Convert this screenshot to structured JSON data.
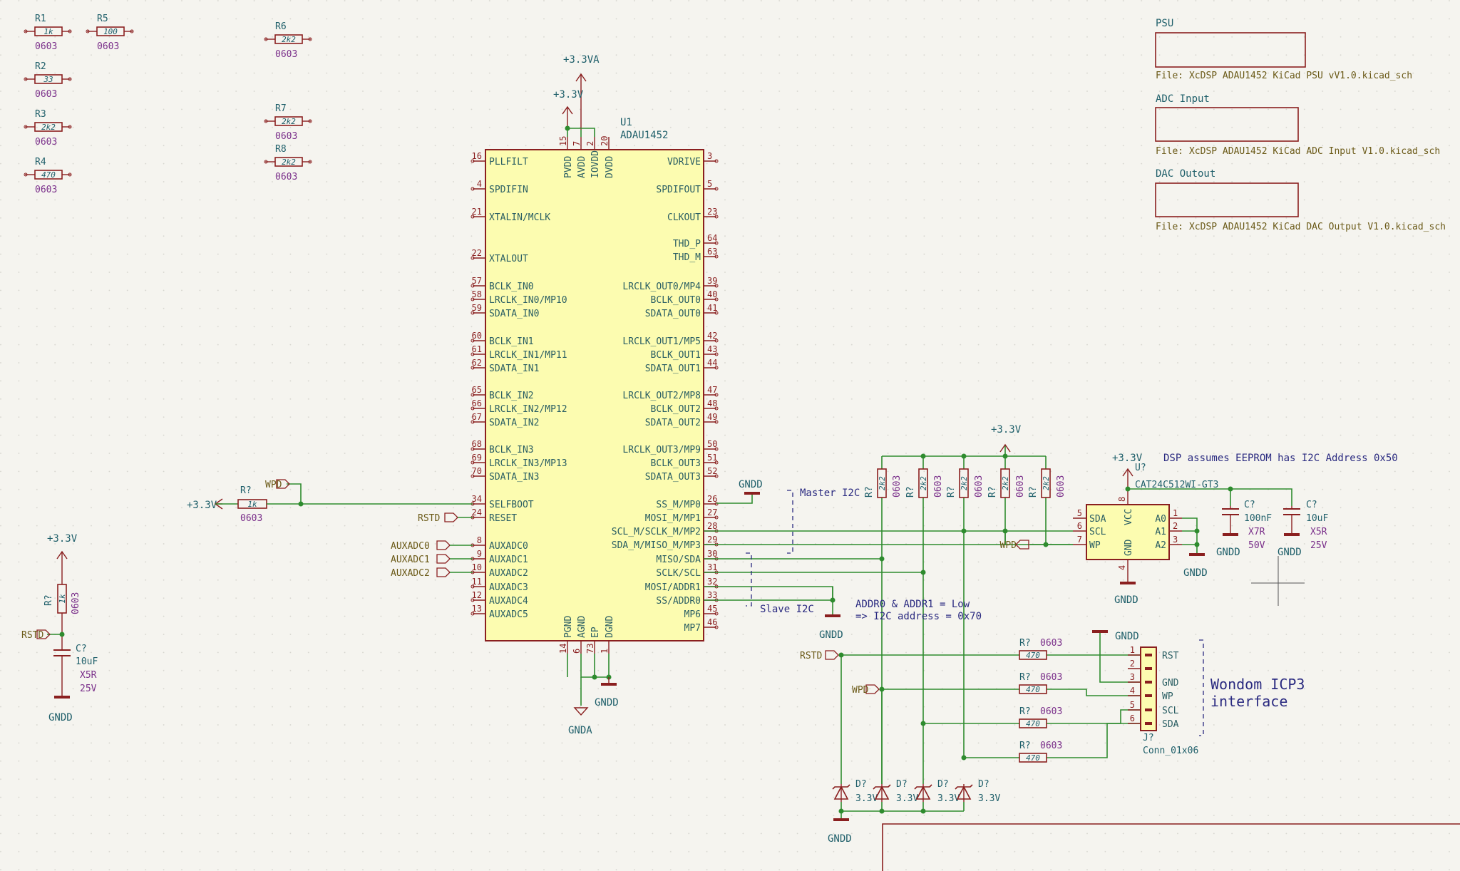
{
  "colors": {
    "background": "#f5f4ef",
    "grid": "#d4d3cc",
    "wire": "#2e8b2e",
    "body_stroke": "#8a1f1f",
    "body_fill": "#fcfcb0",
    "pin_line": "#8a1f1f",
    "pin_text": "#2a5e63",
    "ref_text": "#1f5f6a",
    "footprint_text": "#7a2f8a",
    "power_text": "#8a1f1f",
    "label_text": "#6b5a18",
    "note_text": "#2a2a80",
    "sheet_border": "#8a1f1f"
  },
  "sheets": [
    {
      "name": "PSU",
      "file": "File: XcDSP ADAU1452 KiCad PSU vV1.0.kicad_sch"
    },
    {
      "name": "ADC Input",
      "file": "File: XcDSP ADAU1452 KiCad ADC Input V1.0.kicad_sch"
    },
    {
      "name": "DAC Outout",
      "file": "File: XcDSP ADAU1452 KiCad DAC Output V1.0.kicad_sch"
    }
  ],
  "resistors": [
    {
      "ref": "R1",
      "value": "1k",
      "fp": "0603"
    },
    {
      "ref": "R5",
      "value": "100",
      "fp": "0603"
    },
    {
      "ref": "R2",
      "value": "33",
      "fp": "0603"
    },
    {
      "ref": "R3",
      "value": "2k2",
      "fp": "0603"
    },
    {
      "ref": "R4",
      "value": "470",
      "fp": "0603"
    },
    {
      "ref": "R6",
      "value": "2k2",
      "fp": "0603"
    },
    {
      "ref": "R7",
      "value": "2k2",
      "fp": "0603"
    },
    {
      "ref": "R8",
      "value": "2k2",
      "fp": "0603"
    }
  ],
  "u1": {
    "ref": "U1",
    "part": "ADAU1452",
    "left_pins": [
      {
        "num": "16",
        "name": "PLLFILT"
      },
      {
        "num": "4",
        "name": "SPDIFIN"
      },
      {
        "num": "21",
        "name": "XTALIN/MCLK"
      },
      {
        "num": "22",
        "name": "XTALOUT"
      },
      {
        "num": "57",
        "name": "BCLK_IN0"
      },
      {
        "num": "58",
        "name": "LRCLK_IN0/MP10"
      },
      {
        "num": "59",
        "name": "SDATA_IN0"
      },
      {
        "num": "60",
        "name": "BCLK_IN1"
      },
      {
        "num": "61",
        "name": "LRCLK_IN1/MP11"
      },
      {
        "num": "62",
        "name": "SDATA_IN1"
      },
      {
        "num": "65",
        "name": "BCLK_IN2"
      },
      {
        "num": "66",
        "name": "LRCLK_IN2/MP12"
      },
      {
        "num": "67",
        "name": "SDATA_IN2"
      },
      {
        "num": "68",
        "name": "BCLK_IN3"
      },
      {
        "num": "69",
        "name": "LRCLK_IN3/MP13"
      },
      {
        "num": "70",
        "name": "SDATA_IN3"
      },
      {
        "num": "34",
        "name": "SELFBOOT"
      },
      {
        "num": "24",
        "name": "RESET"
      },
      {
        "num": "8",
        "name": "AUXADC0"
      },
      {
        "num": "9",
        "name": "AUXADC1"
      },
      {
        "num": "10",
        "name": "AUXADC2"
      },
      {
        "num": "11",
        "name": "AUXADC3"
      },
      {
        "num": "12",
        "name": "AUXADC4"
      },
      {
        "num": "13",
        "name": "AUXADC5"
      }
    ],
    "right_pins": [
      {
        "num": "3",
        "name": "VDRIVE"
      },
      {
        "num": "5",
        "name": "SPDIFOUT"
      },
      {
        "num": "23",
        "name": "CLKOUT"
      },
      {
        "num": "64",
        "name": "THD_P"
      },
      {
        "num": "63",
        "name": "THD_M"
      },
      {
        "num": "39",
        "name": "LRCLK_OUT0/MP4"
      },
      {
        "num": "40",
        "name": "BCLK_OUT0"
      },
      {
        "num": "41",
        "name": "SDATA_OUT0"
      },
      {
        "num": "42",
        "name": "LRCLK_OUT1/MP5"
      },
      {
        "num": "43",
        "name": "BCLK_OUT1"
      },
      {
        "num": "44",
        "name": "SDATA_OUT1"
      },
      {
        "num": "47",
        "name": "LRCLK_OUT2/MP8"
      },
      {
        "num": "48",
        "name": "BCLK_OUT2"
      },
      {
        "num": "49",
        "name": "SDATA_OUT2"
      },
      {
        "num": "50",
        "name": "LRCLK_OUT3/MP9"
      },
      {
        "num": "51",
        "name": "BCLK_OUT3"
      },
      {
        "num": "52",
        "name": "SDATA_OUT3"
      },
      {
        "num": "26",
        "name": "SS_M/MP0"
      },
      {
        "num": "27",
        "name": "MOSI_M/MP1"
      },
      {
        "num": "28",
        "name": "SCL_M/SCLK_M/MP2"
      },
      {
        "num": "29",
        "name": "SDA_M/MISO_M/MP3"
      },
      {
        "num": "30",
        "name": "MISO/SDA"
      },
      {
        "num": "31",
        "name": "SCLK/SCL"
      },
      {
        "num": "32",
        "name": "MOSI/ADDR1"
      },
      {
        "num": "33",
        "name": "SS/ADDR0"
      },
      {
        "num": "45",
        "name": "MP6"
      },
      {
        "num": "46",
        "name": "MP7"
      }
    ],
    "top_pins": [
      {
        "num": "15",
        "name": "PVDD"
      },
      {
        "num": "7",
        "name": "AVDD"
      },
      {
        "num": "2",
        "name": "IOVDD"
      },
      {
        "num": "20",
        "name": "DVDD"
      }
    ],
    "bottom_pins": [
      {
        "num": "14",
        "name": "PGND"
      },
      {
        "num": "6",
        "name": "AGND"
      },
      {
        "num": "73",
        "name": "EP"
      },
      {
        "num": "1",
        "name": "DGND"
      }
    ]
  },
  "eeprom": {
    "ref": "U?",
    "part": "CAT24C512WI-GT3",
    "left_pins": [
      {
        "num": "5",
        "name": "SDA"
      },
      {
        "num": "6",
        "name": "SCL"
      },
      {
        "num": "7",
        "name": "WP"
      }
    ],
    "right_pins": [
      {
        "num": "1",
        "name": "A0"
      },
      {
        "num": "2",
        "name": "A1"
      },
      {
        "num": "3",
        "name": "A2"
      }
    ],
    "vcc": {
      "num": "8",
      "name": "VCC"
    },
    "gnd": {
      "num": "4",
      "name": "GND"
    }
  },
  "connector": {
    "ref": "J?",
    "part": "Conn_01x06",
    "pins": [
      {
        "num": "1",
        "name": "RST"
      },
      {
        "num": "2",
        "name": ""
      },
      {
        "num": "3",
        "name": "GND"
      },
      {
        "num": "4",
        "name": "WP"
      },
      {
        "num": "5",
        "name": "SCL"
      },
      {
        "num": "6",
        "name": "SDA"
      }
    ],
    "title_line1": "Wondom ICP3",
    "title_line2": "interface"
  },
  "power": {
    "v33": "+3.3V",
    "v33a": "+3.3VA",
    "gndd": "GNDD",
    "gnda": "GNDA"
  },
  "labels": {
    "wpd": "WPD",
    "rstd": "RSTD",
    "auxadc0": "AUXADC0",
    "auxadc1": "AUXADC1",
    "auxadc2": "AUXADC2"
  },
  "parts": {
    "r_unknown": "R?",
    "c_unknown": "C?",
    "d_unknown": "D?",
    "fp": "0603",
    "v_1k": "1k",
    "v_2k2": "2k2",
    "v_470": "470",
    "v_10uf": "10uF",
    "v_100nf": "100nF",
    "x5r": "X5R",
    "x7r": "X7R",
    "v25": "25V",
    "v50": "50V",
    "zener": "3.3V"
  },
  "notes": {
    "master_i2c": "Master I2C",
    "slave_i2c": "Slave I2C",
    "addr_line1": "ADDR0 & ADDR1 = Low",
    "addr_line2": "=> I2C address = 0x70",
    "eeprom_note": "DSP assumes EEPROM has I2C Address 0x50"
  }
}
